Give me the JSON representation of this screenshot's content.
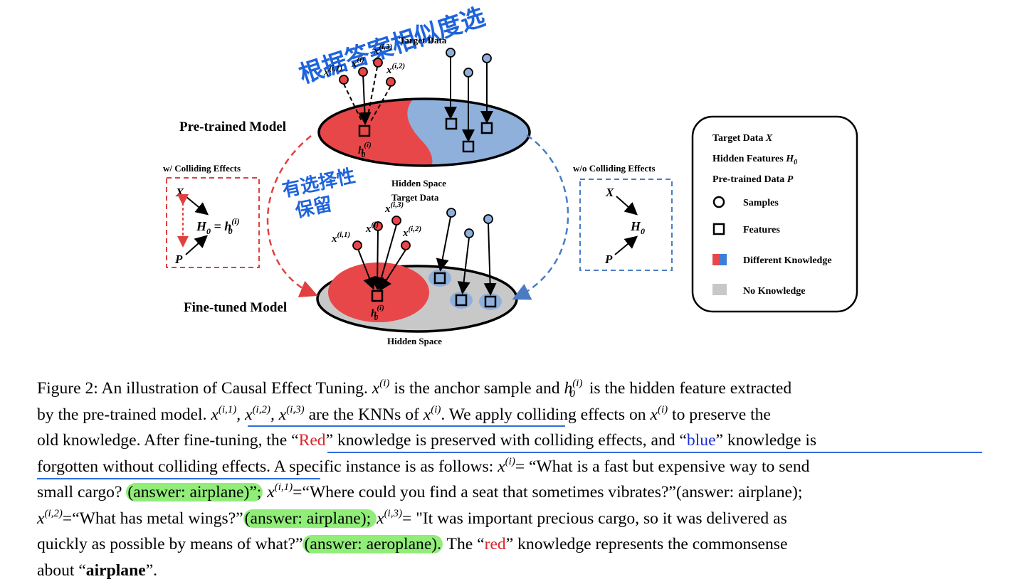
{
  "figure": {
    "handwritten_top": "根据答案相似度选",
    "handwritten_left_1": "有选择性",
    "handwritten_left_2": "保留",
    "target_data_label": "Target Data",
    "pretrained_label": "Pre-trained Model",
    "finetuned_label": "Fine-tuned Model",
    "hidden_space_label": "Hidden Space",
    "with_colliding_label": "w/ Colliding Effects",
    "without_colliding_label": "w/o Colliding Effects",
    "samples": {
      "x_i1_base": "x",
      "x_i1_sup": "(i,1)",
      "x_i_base": "x",
      "x_i_sup": "(i)",
      "x_i3_base": "x",
      "x_i3_sup": "(i,3)",
      "x_i2_base": "x",
      "x_i2_sup": "(i,2)"
    },
    "h0_base": "h",
    "h0_sup": "(i)",
    "h0_sub": "0",
    "left_box": {
      "x": "X",
      "p": "P",
      "eq_left": "H",
      "eq_sub": "0",
      "eq_mid": " = h",
      "eq_sup": "(i)",
      "eq_sub2": "0"
    },
    "right_box": {
      "x": "X",
      "p": "P",
      "h": "H",
      "h_sub": "0"
    },
    "legend": {
      "item1_text": "Target Data ",
      "item1_var": "X",
      "item2_text": "Hidden Features ",
      "item2_var": "H",
      "item2_sub": "0",
      "item3_text": "Pre-trained Data ",
      "item3_var": "P",
      "samples": "Samples",
      "features": "Features",
      "different_knowledge": "Different Knowledge",
      "no_knowledge": "No Knowledge"
    },
    "colors": {
      "red": "#e8474a",
      "blue": "#90b0dc",
      "dark_blue": "#2f63b8",
      "grey": "#c8c8c8",
      "dashed_red": "#e04040",
      "dashed_blue": "#4a7cc4",
      "handwriting": "#1e64dc"
    }
  },
  "caption": {
    "l1_a": "Figure 2: An illustration of Causal Effect Tuning. ",
    "l1_x": "x",
    "l1_x_sup": "(i)",
    "l1_b": " is the anchor sample and ",
    "l1_h": "h",
    "l1_h_sup": "(i)",
    "l1_h_sub": "0",
    "l1_c": " is the hidden feature extracted",
    "l2_a": "by the pre-trained model. ",
    "l2_x1": "x",
    "l2_x1_sup": "(i,1)",
    "l2_comma1": ", ",
    "l2_x2": "x",
    "l2_x2_sup": "(i,2)",
    "l2_comma2": ", ",
    "l2_x3": "x",
    "l2_x3_sup": "(i,3)",
    "l2_b": " are the KNNs of ",
    "l2_x": "x",
    "l2_x_sup": "(i)",
    "l2_c": ". We apply colliding effects on ",
    "l2_x4": "x",
    "l2_x4_sup": "(i)",
    "l2_d": " to preserve the",
    "l3_a": "old knowledge. After fine-tuning, the “",
    "l3_red": "Red",
    "l3_b": "” knowledge is preserved with colliding effects, and “",
    "l3_blue": "blue",
    "l3_c": "” knowledge is",
    "l4_a": "forgotten without colliding effects. A specific instance is as follows: ",
    "l4_x": "x",
    "l4_x_sup": "(i)",
    "l4_b": "= “What is a fast but expensive way to send",
    "l5_a": "small cargo? ",
    "l5_hl": "(answer: airplane)”;",
    "l5_x": "x",
    "l5_x_sup": "(i,1)",
    "l5_b": "=“Where could you find a seat that sometimes vibrates?”(answer: airplane);",
    "l6_x": "x",
    "l6_x_sup": "(i,2)",
    "l6_a": "=“What has metal wings?”",
    "l6_hl": "(answer: airplane); ",
    "l6_x2": "x",
    "l6_x2_sup": "(i,3)",
    "l6_b": "= \"It was important precious cargo, so it was delivered as",
    "l7_a": "quickly as possible by means of what?”",
    "l7_hl": "(answer: aeroplane).",
    "l7_b": " The “",
    "l7_red": "red",
    "l7_c": "” knowledge represents the commonsense",
    "l8_a": "about “",
    "l8_bold": "airplane",
    "l8_b": "”."
  }
}
